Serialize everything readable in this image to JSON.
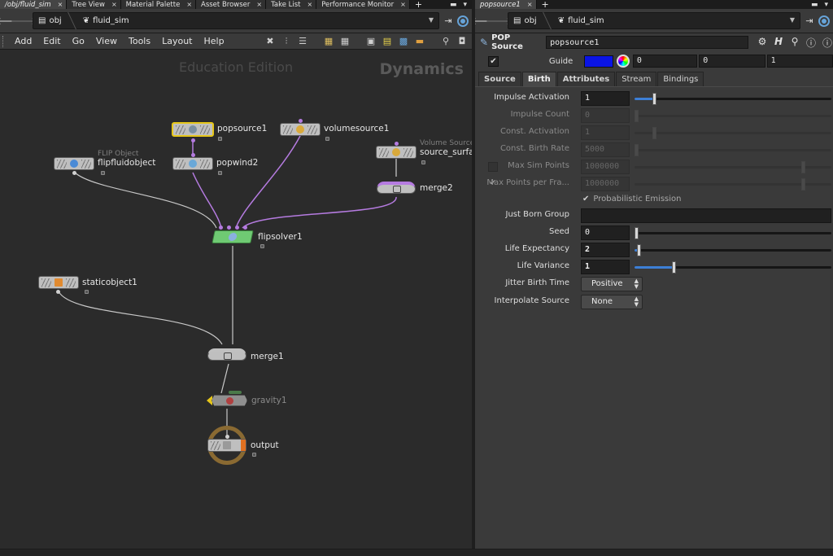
{
  "left_pane": {
    "tabs": [
      {
        "label": "/obj/fluid_sim",
        "active": true
      },
      {
        "label": "Tree View",
        "active": false
      },
      {
        "label": "Material Palette",
        "active": false
      },
      {
        "label": "Asset Browser",
        "active": false
      },
      {
        "label": "Take List",
        "active": false
      },
      {
        "label": "Performance Monitor",
        "active": false
      }
    ],
    "tab_close": "×",
    "tab_add": "+",
    "path": {
      "root": "obj",
      "current": "fluid_sim"
    },
    "menus": [
      "Add",
      "Edit",
      "Go",
      "View",
      "Tools",
      "Layout",
      "Help"
    ],
    "watermark": "Education Edition",
    "context_label": "Dynamics",
    "nodes": {
      "popsource1": "popsource1",
      "volumesource1": "volumesource1",
      "flipfluidobject_type": "FLIP Object",
      "flipfluidobject": "flipfluidobject",
      "popwind2": "popwind2",
      "source_surface_type": "Volume Source",
      "source_surface": "source_surfac",
      "merge2": "merge2",
      "flipsolver1": "flipsolver1",
      "staticobject1": "staticobject1",
      "merge1": "merge1",
      "gravity1": "gravity1",
      "output": "output"
    }
  },
  "right_pane": {
    "tab": {
      "label": "popsource1"
    },
    "path": {
      "root": "obj",
      "current": "fluid_sim"
    },
    "op_type": "POP Source",
    "op_name": "popsource1",
    "guide": {
      "label": "Guide",
      "color": "#0a14e4",
      "values": [
        "0",
        "0",
        "1"
      ]
    },
    "parm_tabs": [
      "Source",
      "Birth",
      "Attributes",
      "Stream",
      "Bindings"
    ],
    "active_tab": "Birth",
    "parms": {
      "impulse_activation": {
        "label": "Impulse Activation",
        "value": "1",
        "slider": 0.1
      },
      "impulse_count": {
        "label": "Impulse Count",
        "value": "0"
      },
      "const_activation": {
        "label": "Const. Activation",
        "value": "1",
        "slider": 0.1
      },
      "const_birth_rate": {
        "label": "Const. Birth Rate",
        "value": "5000"
      },
      "max_sim_points": {
        "label": "Max Sim Points",
        "value": "1000000"
      },
      "max_points_per_frame": {
        "label": "Max Points per Fra...",
        "value": "1000000"
      },
      "probabilistic_emission": {
        "label": "Probabilistic Emission",
        "checked": true
      },
      "just_born_group": {
        "label": "Just Born Group",
        "value": ""
      },
      "seed": {
        "label": "Seed",
        "value": "0",
        "slider": 0.0
      },
      "life_expectancy": {
        "label": "Life Expectancy",
        "value": "2",
        "slider": 0.02
      },
      "life_variance": {
        "label": "Life Variance",
        "value": "1",
        "slider": 0.2
      },
      "jitter_birth_time": {
        "label": "Jitter Birth Time",
        "value": "Positive"
      },
      "interpolate_source": {
        "label": "Interpolate Source",
        "value": "None"
      }
    }
  },
  "colors": {
    "accent": "#3d7fd6",
    "solver": "#6fca73",
    "selection": "#e6c619",
    "pop_wire": "#b57be0"
  }
}
